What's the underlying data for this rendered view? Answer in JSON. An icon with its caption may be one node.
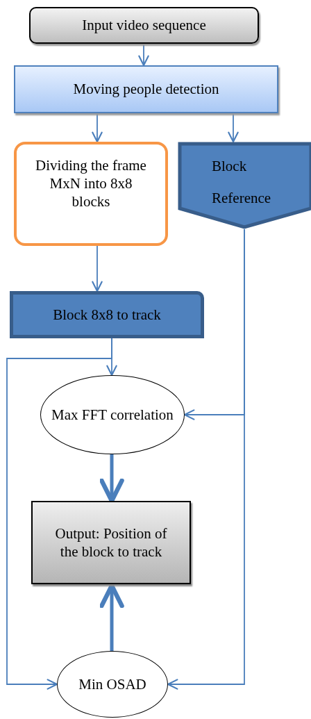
{
  "diagram": {
    "nodes": [
      {
        "text": [
          "Input video sequence"
        ]
      },
      {
        "text": [
          "Moving people detection"
        ]
      },
      {
        "text": [
          "Dividing the frame MxN into 8x8 blocks"
        ]
      },
      {
        "text": [
          "Block Reference"
        ]
      },
      {
        "text": [
          "Block 8x8 to track"
        ]
      },
      {
        "text": [
          "Max FFT correlation"
        ]
      },
      {
        "text": [
          "Output: Position of the block to track"
        ]
      },
      {
        "text": [
          "Min OSAD"
        ]
      }
    ],
    "edges": [
      {
        "from": 0,
        "to": 1,
        "arrow": "to"
      },
      {
        "from": 1,
        "to": 2,
        "arrow": "to"
      },
      {
        "from": 1,
        "to": 3,
        "arrow": "to"
      },
      {
        "from": 2,
        "to": 4,
        "arrow": "to"
      },
      {
        "from": 4,
        "to": 5,
        "arrow": "to"
      },
      {
        "from": 4,
        "to": 7,
        "arrow": "to"
      },
      {
        "from": 3,
        "to": 5,
        "arrow": "to"
      },
      {
        "from": 3,
        "to": 7,
        "arrow": "to"
      },
      {
        "from": 5,
        "to": 6,
        "arrow": "to",
        "style": "thick"
      },
      {
        "from": 7,
        "to": 6,
        "arrow": "to",
        "style": "thick"
      }
    ]
  }
}
